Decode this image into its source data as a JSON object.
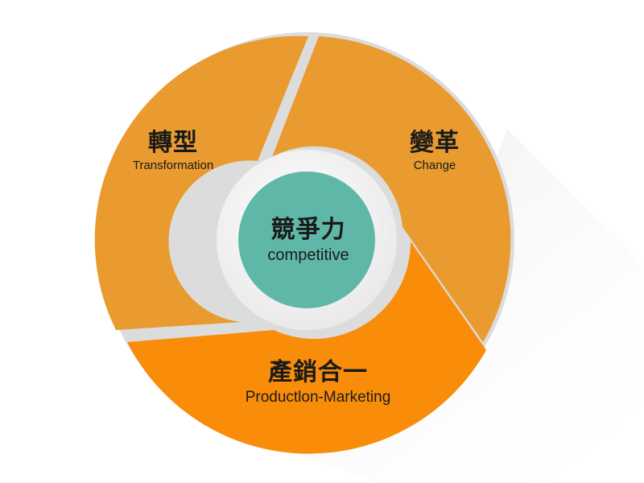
{
  "diagram": {
    "segments": [
      {
        "zh": "轉型",
        "en": "Transformation",
        "color": "#E99B30"
      },
      {
        "zh": "變革",
        "en": "Change",
        "color": "#E99B30"
      },
      {
        "zh": "產銷合一",
        "en": "Productlon-Marketing",
        "color": "#F98D0A"
      }
    ],
    "center": {
      "zh": "競爭力",
      "en": "competitive",
      "color": "#5FB8A7"
    },
    "colors": {
      "separator": "#DCDCDC",
      "ring_gap": "#EDEDED",
      "shadow": "#E3E3E3"
    }
  }
}
